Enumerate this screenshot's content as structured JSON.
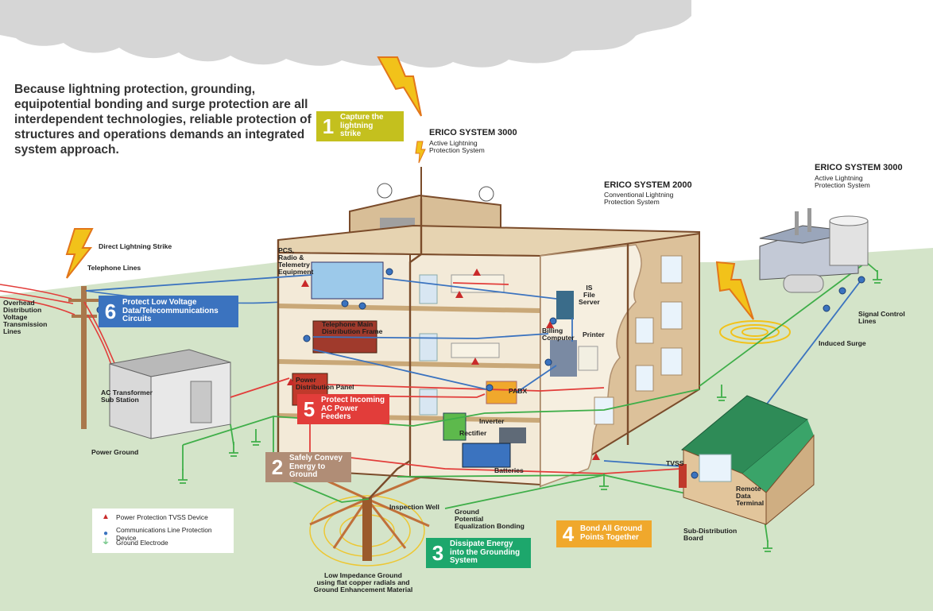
{
  "intro": {
    "text": "Because lightning protection, grounding, equipotential bonding and surge protection are all interdependent technologies, reliable protection of structures and operations demands an integrated system approach."
  },
  "steps": [
    {
      "number": "1",
      "text": "Capture the\nlightning\nstrike",
      "color": "#c4c01e"
    },
    {
      "number": "2",
      "text": "Safely Convey\nEnergy to\nGround",
      "color": "#b08d76"
    },
    {
      "number": "3",
      "text": "Dissipate Energy\ninto the Grounding\nSystem",
      "color": "#1da76c"
    },
    {
      "number": "4",
      "text": "Bond All Ground\nPoints Together",
      "color": "#f0a82c"
    },
    {
      "number": "5",
      "text": "Protect Incoming\nAC Power\nFeeders",
      "color": "#e23d3a"
    },
    {
      "number": "6",
      "text": "Protect Low Voltage\nData/Telecommunications\nCircuits",
      "color": "#3b73bf"
    }
  ],
  "systems": [
    {
      "title": "ERICO SYSTEM 3000",
      "subtitle": "Active Lightning\nProtection System"
    },
    {
      "title": "ERICO SYSTEM 2000",
      "subtitle": "Conventional Lightning\nProtection System"
    },
    {
      "title": "ERICO SYSTEM 3000",
      "subtitle": "Active Lightning\nProtection System"
    }
  ],
  "labels": {
    "direct_strike": "Direct Lightning Strike",
    "telephone_lines": "Telephone Lines",
    "overhead": "Overhead\nDistribution\nVoltage\nTransmission\nLines",
    "ac_transformer": "AC Transformer\nSub Station",
    "power_ground": "Power Ground",
    "pcs_radio": "PCS,\nRadio &\nTelemetry\nEquipment",
    "telephone_main": "Telephone Main\nDistribution Frame",
    "power_panel": "Power\nDistribution Panel",
    "is_file_server": "IS\nFile\nServer",
    "billing_computer": "Billing\nComputer",
    "printer": "Printer",
    "pabx": "PABX",
    "inverter": "Inverter",
    "rectifier": "Rectifier",
    "batteries": "Batteries",
    "inspection_well": "Inspection Well",
    "ground_potential": "Ground\nPotential\nEqualization Bonding",
    "low_impedance": "Low Impedance Ground\nusing flat copper radials and\nGround Enhancement Material",
    "signal_control": "Signal Control\nLines",
    "induced_surge": "Induced Surge",
    "tvss": "TVSS",
    "remote_data": "Remote\nData\nTerminal",
    "sub_distribution": "Sub-Distribution\nBoard"
  },
  "legend": {
    "items": [
      {
        "icon": "power-protection-tvss-icon",
        "label": "Power Protection TVSS Device",
        "color": "#c92a2a"
      },
      {
        "icon": "communications-protection-icon",
        "label": "Communications Line Protection Device",
        "color": "#3b73bf"
      },
      {
        "icon": "ground-electrode-icon",
        "label": "Ground Electrode",
        "color": "#2aa84a"
      }
    ]
  },
  "colors": {
    "sky": "#ffffff",
    "grass": "#d4e4c9",
    "cloud": "#d6d6d6",
    "building": "#dfc9a6",
    "roof_green": "#2e8b57",
    "ground_wire": "#3fae49",
    "power_wire": "#e23d3a",
    "data_wire": "#3b73bf",
    "down_conductor": "#7a4b2a",
    "lightning": "#f2c21a"
  }
}
